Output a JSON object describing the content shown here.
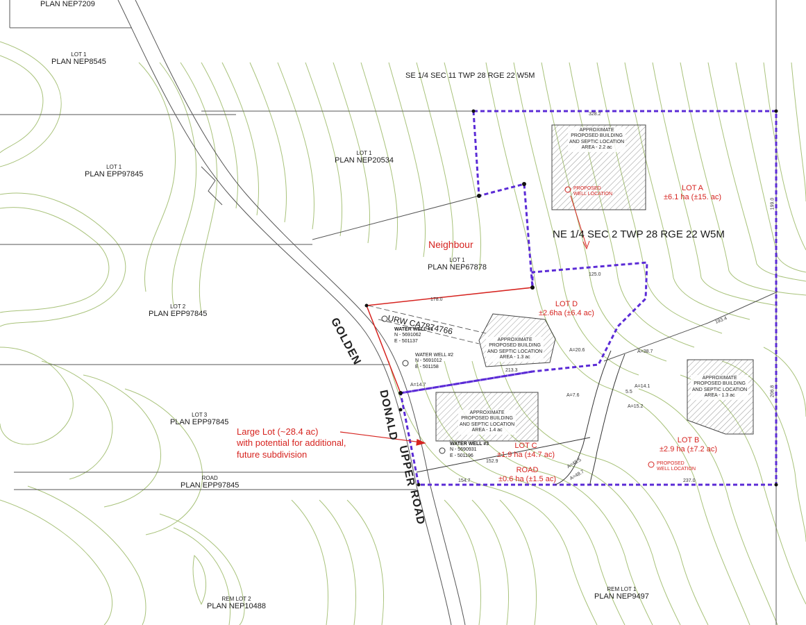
{
  "parcels": {
    "plan_nep7209": "PLAN NEP7209",
    "lot1_nep8545": {
      "lot": "LOT 1",
      "plan": "PLAN NEP8545"
    },
    "lot1_epp97845": {
      "lot": "LOT 1",
      "plan": "PLAN EPP97845"
    },
    "lot1_nep20534": {
      "lot": "LOT 1",
      "plan": "PLAN NEP20534"
    },
    "lot1_nep67878": {
      "lot": "LOT 1",
      "plan": "PLAN NEP67878"
    },
    "lot2_epp97845": {
      "lot": "LOT 2",
      "plan": "PLAN EPP97845"
    },
    "lot3_epp97845": {
      "lot": "LOT 3",
      "plan": "PLAN EPP97845"
    },
    "road_epp97845": {
      "lot": "ROAD",
      "plan": "PLAN EPP97845"
    },
    "rem_lot2": {
      "lot": "REM LOT 2",
      "plan": "PLAN NEP10488"
    },
    "rem_lot1": {
      "lot": "REM LOT 1",
      "plan": "PLAN NEP9497"
    }
  },
  "sections": {
    "se": "SE 1/4 SEC 11 TWP 28 RGE 22 W5M",
    "ne": "NE 1/4 SEC 2 TWP 28 RGE 22 W5M"
  },
  "neighbour": "Neighbour",
  "lots": {
    "a": {
      "name": "LOT A",
      "area": "±6.1 ha (±15. ac)"
    },
    "b": {
      "name": "LOT B",
      "area": "±2.9 ha (±7.2 ac)"
    },
    "c": {
      "name": "LOT C",
      "area": "±1.9 ha (±4.7 ac)"
    },
    "d": {
      "name": "LOT D",
      "area": "±2.6ha (±6.4 ac)"
    },
    "road": {
      "name": "ROAD",
      "area": "±0.6 ha (±1.5 ac)"
    }
  },
  "building_boxes": {
    "a": {
      "l1": "APPROXIMATE",
      "l2": "PROPOSED BUILDING",
      "l3": "AND SEPTIC LOCATION",
      "l4": "AREA - 2.2 ac"
    },
    "d": {
      "l1": "APPROXIMATE",
      "l2": "PROPOSED BUILDING",
      "l3": "AND SEPTIC LOCATION",
      "l4": "AREA - 1.3 ac"
    },
    "c": {
      "l1": "APPROXIMATE",
      "l2": "PROPOSED BUILDING",
      "l3": "AND SEPTIC LOCATION",
      "l4": "AREA - 1.4 ac"
    },
    "b": {
      "l1": "APPROXIMATE",
      "l2": "PROPOSED BUILDING",
      "l3": "AND SEPTIC LOCATION",
      "l4": "AREA - 1.3 ac"
    }
  },
  "proposed_wells": {
    "a": {
      "l1": "PROPOSED",
      "l2": "WELL LOCATION"
    },
    "b": {
      "l1": "PROPOSED",
      "l2": "WELL LOCATION"
    }
  },
  "water_wells": {
    "w1": {
      "name": "WATER WELL #1",
      "n": "N - 5691062",
      "e": "E -  501137"
    },
    "w2": {
      "name": "WATER WELL #2",
      "n": "N - 5691012",
      "e": "E -  501158"
    },
    "w3": {
      "name": "WATER WELL #3",
      "n": "N - 5690931",
      "e": "E -  501196"
    }
  },
  "urw": "URW CA7874766",
  "road_name": {
    "golden": "GOLDEN",
    "donald": "DONALD",
    "upper": "UPPER",
    "road": "ROAD"
  },
  "note": {
    "l1": "Large Lot (~28.4 ac)",
    "l2": "with potential for additional,",
    "l3": "future subdivision"
  },
  "dimensions": {
    "d_328": "328.2",
    "d_199": "199.0",
    "d_125": "125.0",
    "d_178": "178.0",
    "d_2133": "213.3",
    "d_1527": "152.9",
    "d_1547": "154.7",
    "d_2370": "237.0",
    "d_1934": "193.4",
    "d_2068": "206.8",
    "a206": "A=20.6",
    "a387": "A=38.7",
    "a141": "A=14.1",
    "a76": "A=7.6",
    "a152": "A=15.2",
    "a147": "A=14.7",
    "a55": "5.5",
    "a455": "A=45.5",
    "a487": "A=48.7"
  },
  "colors": {
    "subject_boundary": "#5b2bd6",
    "neighbour_boundary": "#d6231f",
    "contour": "#a8c27a",
    "label_red": "#d6231f"
  }
}
